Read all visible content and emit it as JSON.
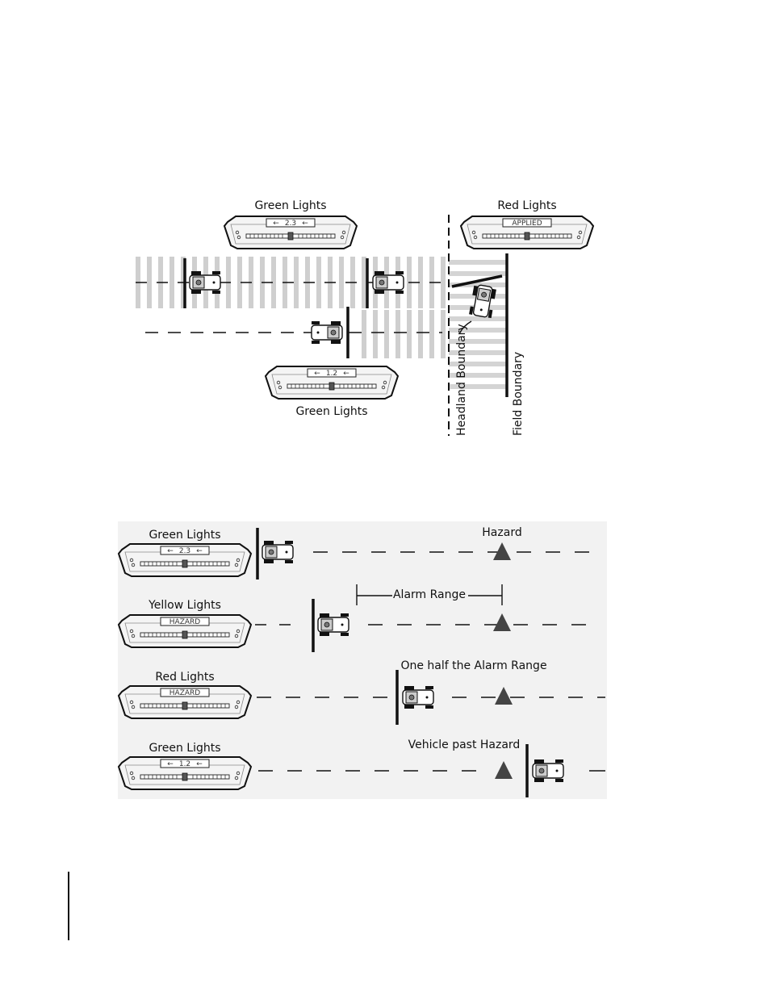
{
  "figure1": {
    "lightbar_top_left": {
      "label": "Green Lights",
      "display": "2.3"
    },
    "lightbar_top_right": {
      "label": "Red Lights",
      "display": "APPLIED"
    },
    "lightbar_bottom": {
      "label": "Green Lights",
      "display": "1.2"
    },
    "headland_boundary": "Headland Boundary",
    "field_boundary": "Field Boundary"
  },
  "figure2": {
    "rows": [
      {
        "label": "Green Lights",
        "display": "2.3",
        "annotation": "Hazard"
      },
      {
        "label": "Yellow Lights",
        "display": "HAZARD",
        "annotation": "Alarm Range"
      },
      {
        "label": "Red Lights",
        "display": "HAZARD",
        "annotation": "One half the Alarm Range"
      },
      {
        "label": "Green Lights",
        "display": "1.2",
        "annotation": "Vehicle past Hazard"
      }
    ]
  },
  "colors": {
    "ink": "#111111",
    "stripe": "#cfcfcf",
    "hazard": "#444444",
    "panel": "#f2f2f2"
  }
}
